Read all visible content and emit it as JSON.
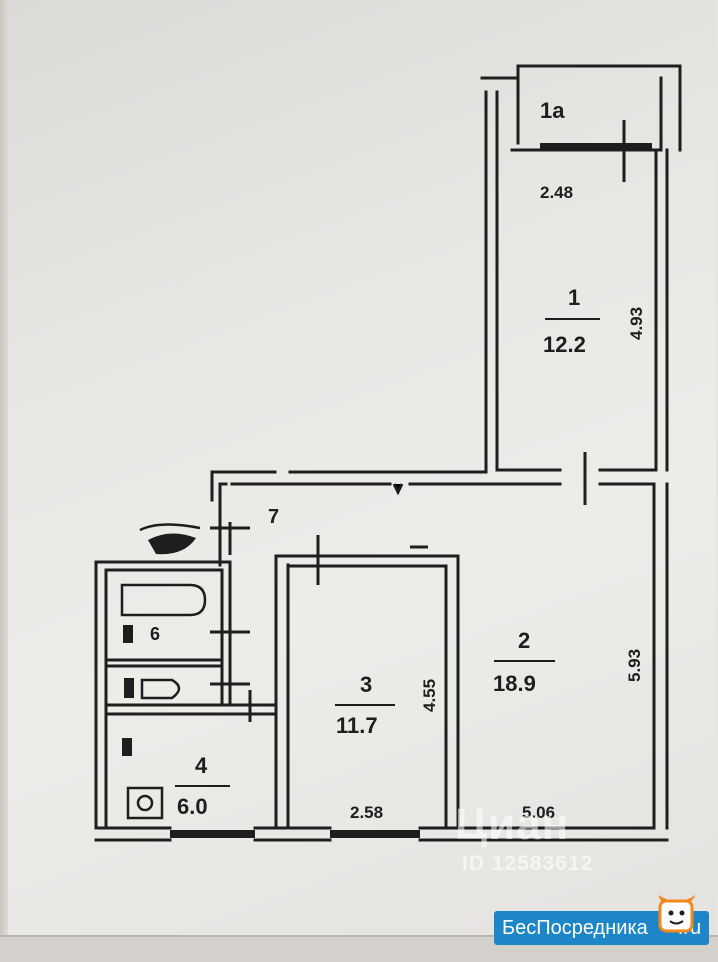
{
  "rooms": {
    "r1a": {
      "number": "1а"
    },
    "r1": {
      "number": "1",
      "area": "12.2"
    },
    "r2": {
      "number": "2",
      "area": "18.9"
    },
    "r3": {
      "number": "3",
      "area": "11.7"
    },
    "r4": {
      "number": "4",
      "area": "6.0"
    },
    "r6": {
      "number": "6"
    },
    "r7": {
      "number": "7"
    }
  },
  "dimensions": {
    "r1_width": "2.48",
    "r1_length": "4.93",
    "r2_length": "5.93",
    "r2_width": "5.06",
    "r3_length": "4.55",
    "r3_width": "2.58"
  },
  "watermark": {
    "brand": "Циан",
    "id": "ID 12583612"
  },
  "logo": {
    "brand_main": "БесПосредника",
    "brand_suffix": ".ru"
  },
  "colors": {
    "wall": "#1e1e1e",
    "paper": "#eceae7",
    "logo_blue": "#1c86c8",
    "logo_orange": "#f08a1c"
  }
}
